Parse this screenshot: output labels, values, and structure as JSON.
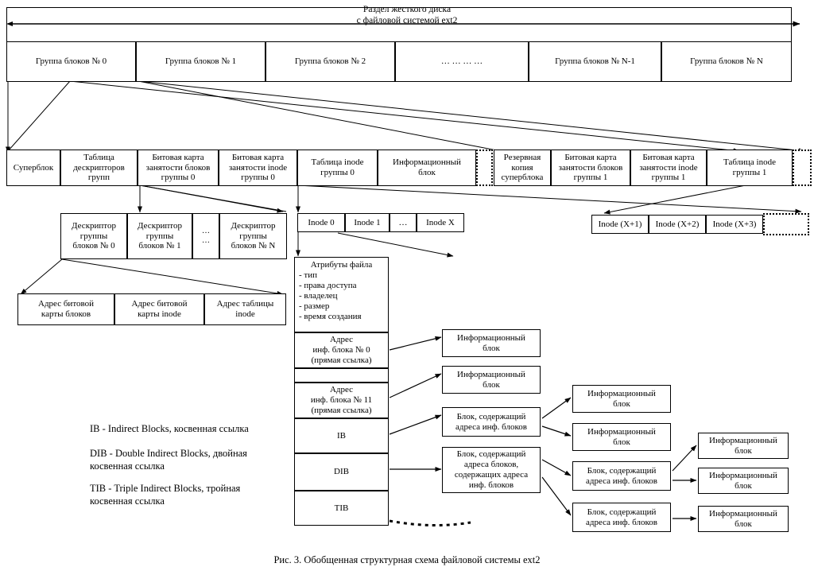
{
  "figure": {
    "caption": "Рис. 3. Обобщенная структурная схема файловой системы ext2",
    "top_title_line1": "Раздел жесткого диска",
    "top_title_line2": "с файловой системой ext2"
  },
  "block_groups": {
    "items": [
      "Группа блоков № 0",
      "Группа блоков № 1",
      "Группа блоков № 2",
      "… … … …",
      "Группа блоков № N-1",
      "Группа блоков № N"
    ]
  },
  "group0_detail": {
    "items": [
      "Суперблок",
      "Таблица\nдескрипторов\nгрупп",
      "Битовая карта\nзанятости блоков\nгруппы 0",
      "Битовая карта\nзанятости inode\nгруппы 0",
      "Таблица inode\nгруппы 0",
      "Информационный\nблок"
    ]
  },
  "group1_detail": {
    "items": [
      "Резервная\nкопия\nсуперблока",
      "Битовая карта\nзанятости блоков\nгруппы 1",
      "Битовая карта\nзанятости inode\nгруппы 1",
      "Таблица inode\nгруппы 1"
    ]
  },
  "group_descriptors": {
    "items": [
      "Дескриптор\nгруппы\nблоков № 0",
      "Дескриптор\nгруппы\nблоков № 1",
      "…\n…",
      "Дескриптор\nгруппы\nблоков № N"
    ]
  },
  "descriptor_fields": {
    "items": [
      "Адрес битовой\nкарты блоков",
      "Адрес битовой\nкарты inode",
      "Адрес таблицы\ninode"
    ]
  },
  "inode_table_group0": {
    "items": [
      "Inode 0",
      "Inode 1",
      "…",
      "Inode X"
    ]
  },
  "inode_table_group1": {
    "items": [
      "Inode (X+1)",
      "Inode (X+2)",
      "Inode (X+3)"
    ]
  },
  "inode_structure": {
    "attributes_title": "Атрибуты файла",
    "attributes": [
      "- тип",
      "- права доступа",
      "- владелец",
      "- размер",
      "- время создания"
    ],
    "rows": [
      "Адрес\nинф. блока № 0\n(прямая ссылка)",
      "",
      "Адрес\nинф. блока № 11\n(прямая ссылка)",
      "IB",
      "DIB",
      "TIB"
    ]
  },
  "legend": {
    "lines": [
      "IB - Indirect Blocks, косвенная ссылка",
      "DIB - Double Indirect Blocks, двойная\nкосвенная ссылка",
      "TIB - Triple Indirect Blocks, тройная\nкосвенная ссылка"
    ]
  },
  "labels": {
    "info_block": "Информационный\nблок",
    "addr_block": "Блок, содержащий\nадреса инф. блоков",
    "dib_block": "Блок, содержащий\nадреса блоков,\nсодержащих адреса\nинф. блоков"
  },
  "column_b": {
    "items": [
      "Информационный\nблок",
      "Информационный\nблок",
      "Блок, содержащий\nадреса инф. блоков",
      "Блок, содержащий\nадреса блоков,\nсодержащих адреса\nинф. блоков"
    ]
  },
  "column_c": {
    "items": [
      "Информационный\nблок",
      "Информационный\nблок",
      "Блок, содержащий\nадреса инф. блоков",
      "Блок, содержащий\nадреса инф. блоков"
    ]
  },
  "column_d": {
    "items": [
      "Информационный\nблок",
      "Информационный\nблок",
      "Информационный\nблок"
    ]
  },
  "colors": {
    "stroke": "#000000",
    "background": "#ffffff"
  }
}
